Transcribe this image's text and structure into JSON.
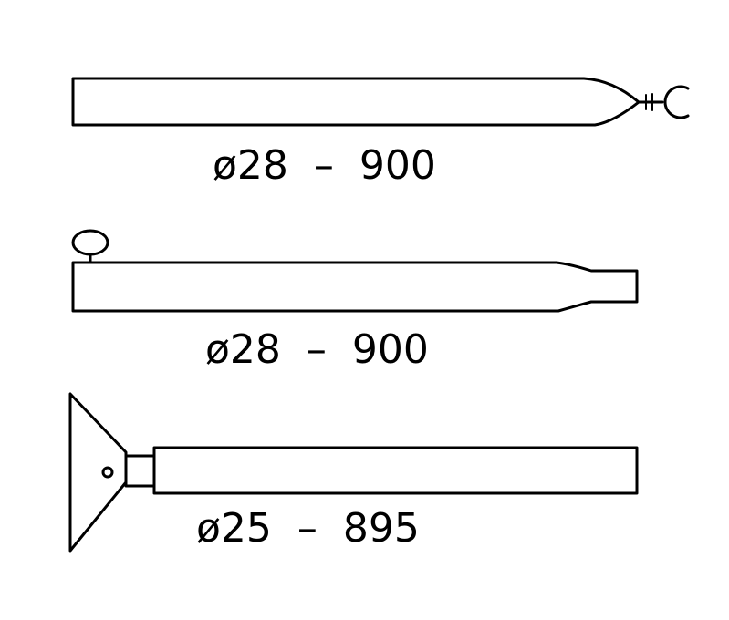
{
  "colors": {
    "stroke": "#000000",
    "background": "#ffffff"
  },
  "parts": [
    {
      "label": "ø28  –  900",
      "end_fitting": "hook-ring"
    },
    {
      "label": "ø28  –  900",
      "end_fitting": "thumb-screw-and-tapered-tip"
    },
    {
      "label": "ø25  –  895",
      "end_fitting": "suction-foot"
    }
  ]
}
